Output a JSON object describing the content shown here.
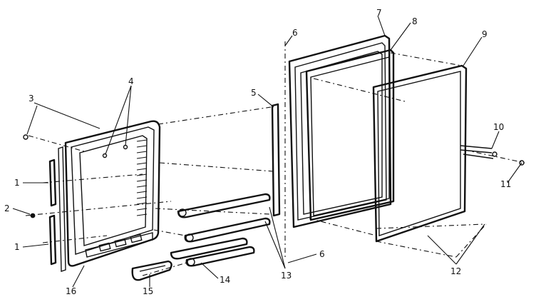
{
  "callouts": [
    {
      "id": "c1a",
      "label": "1"
    },
    {
      "id": "c1b",
      "label": "1"
    },
    {
      "id": "c2",
      "label": "2"
    },
    {
      "id": "c3",
      "label": "3"
    },
    {
      "id": "c4",
      "label": "4"
    },
    {
      "id": "c5",
      "label": "5"
    },
    {
      "id": "c6a",
      "label": "6"
    },
    {
      "id": "c6b",
      "label": "6"
    },
    {
      "id": "c7",
      "label": "7"
    },
    {
      "id": "c8",
      "label": "8"
    },
    {
      "id": "c9",
      "label": "9"
    },
    {
      "id": "c10",
      "label": "10"
    },
    {
      "id": "c11",
      "label": "11"
    },
    {
      "id": "c12",
      "label": "12"
    },
    {
      "id": "c13",
      "label": "13"
    },
    {
      "id": "c14",
      "label": "14"
    },
    {
      "id": "c15",
      "label": "15"
    },
    {
      "id": "c16",
      "label": "16"
    }
  ]
}
